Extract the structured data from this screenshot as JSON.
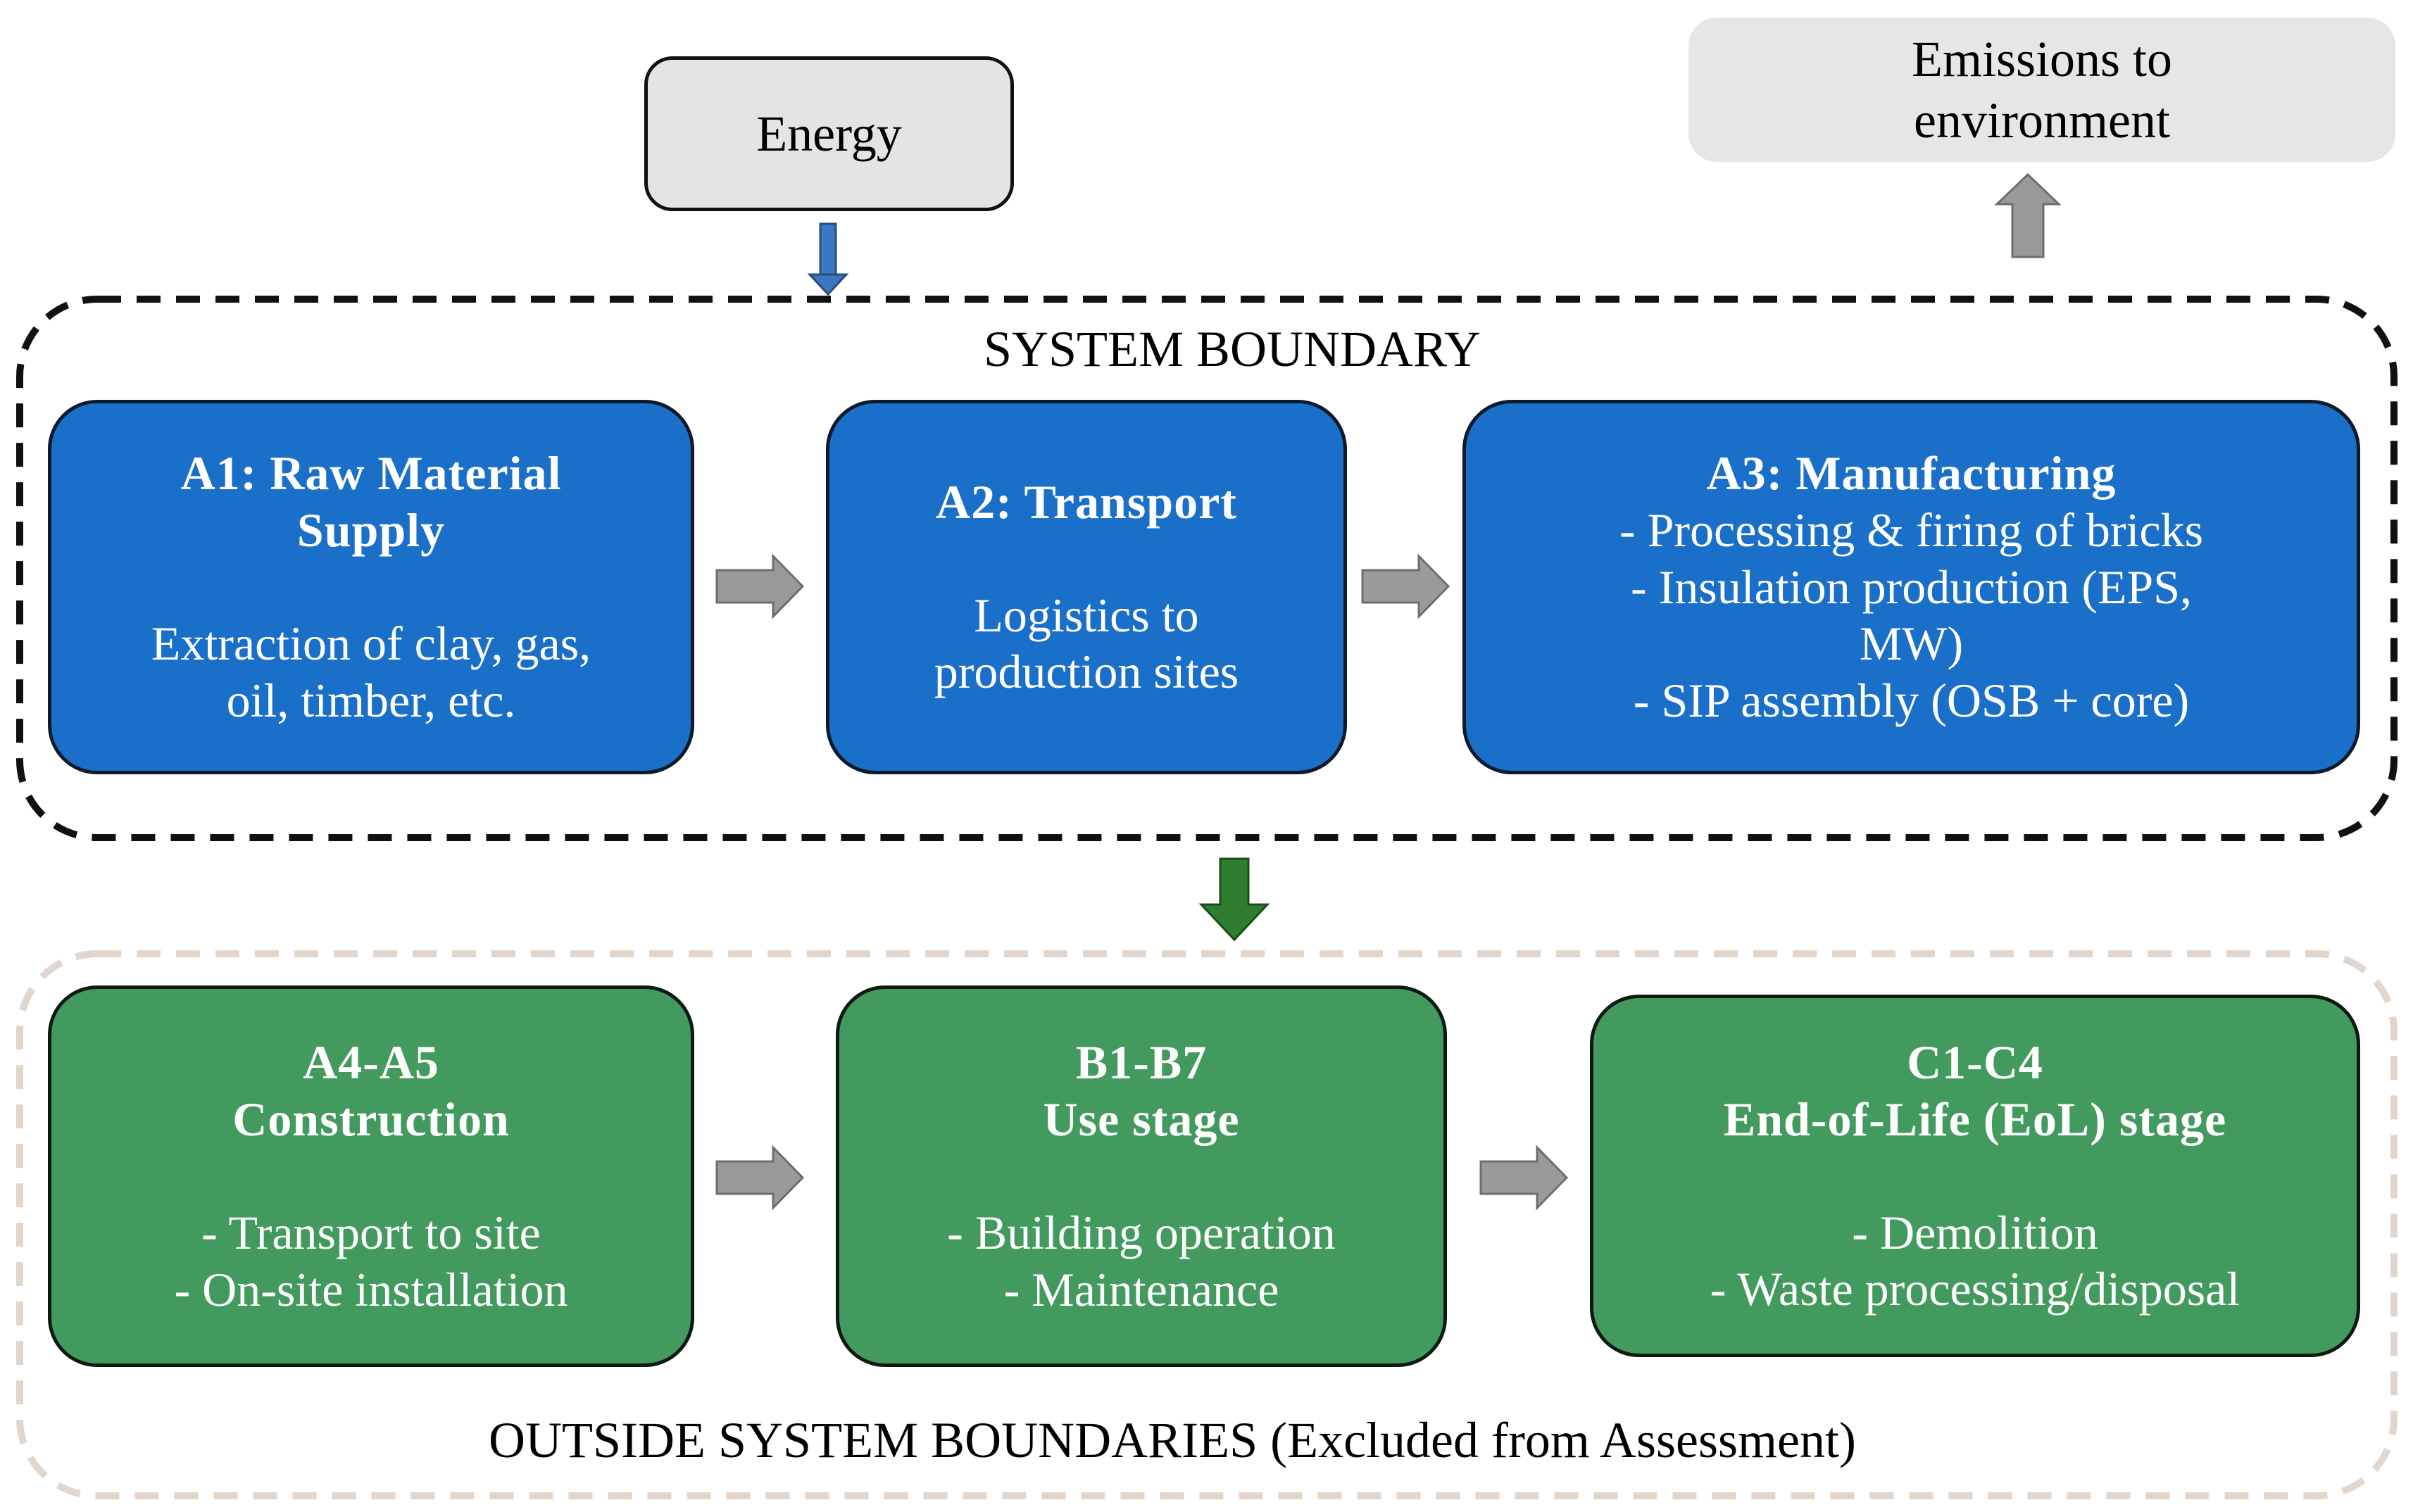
{
  "inputs": {
    "energy": "Energy",
    "emissions": [
      "Emissions to",
      "environment"
    ]
  },
  "system_boundary": {
    "label": "SYSTEM BOUNDARY",
    "stages": [
      {
        "title": [
          "A1: Raw Material",
          "Supply"
        ],
        "detail": [
          "Extraction of clay, gas,",
          "oil, timber, etc."
        ]
      },
      {
        "title": [
          "A2: Transport"
        ],
        "detail": [
          "Logistics to",
          "production sites"
        ]
      },
      {
        "title": [
          "A3: Manufacturing"
        ],
        "detail": [
          "- Processing & firing of bricks",
          "- Insulation production (EPS,",
          "MW)",
          "- SIP assembly (OSB + core)"
        ]
      }
    ]
  },
  "outside_boundary": {
    "label": "OUTSIDE SYSTEM BOUNDARIES (Excluded from Assessment)",
    "stages": [
      {
        "title": [
          "A4-A5",
          "Construction"
        ],
        "detail": [
          "- Transport to site",
          "- On-site installation"
        ]
      },
      {
        "title": [
          "B1-B7",
          "Use stage"
        ],
        "detail": [
          "- Building operation",
          "- Maintenance"
        ]
      },
      {
        "title": [
          "C1-C4",
          "End-of-Life (EoL) stage"
        ],
        "detail": [
          "- Demolition",
          "- Waste processing/disposal"
        ]
      }
    ]
  },
  "colors": {
    "system_stage_fill": "#1a6fc9",
    "outside_stage_fill": "#439a5f",
    "energy_arrow": "#3b78c2",
    "flow_down_arrow": "#2f7d2f",
    "process_arrow": "#9a9a9a",
    "outside_boundary_stroke": "#e2d6cc"
  }
}
